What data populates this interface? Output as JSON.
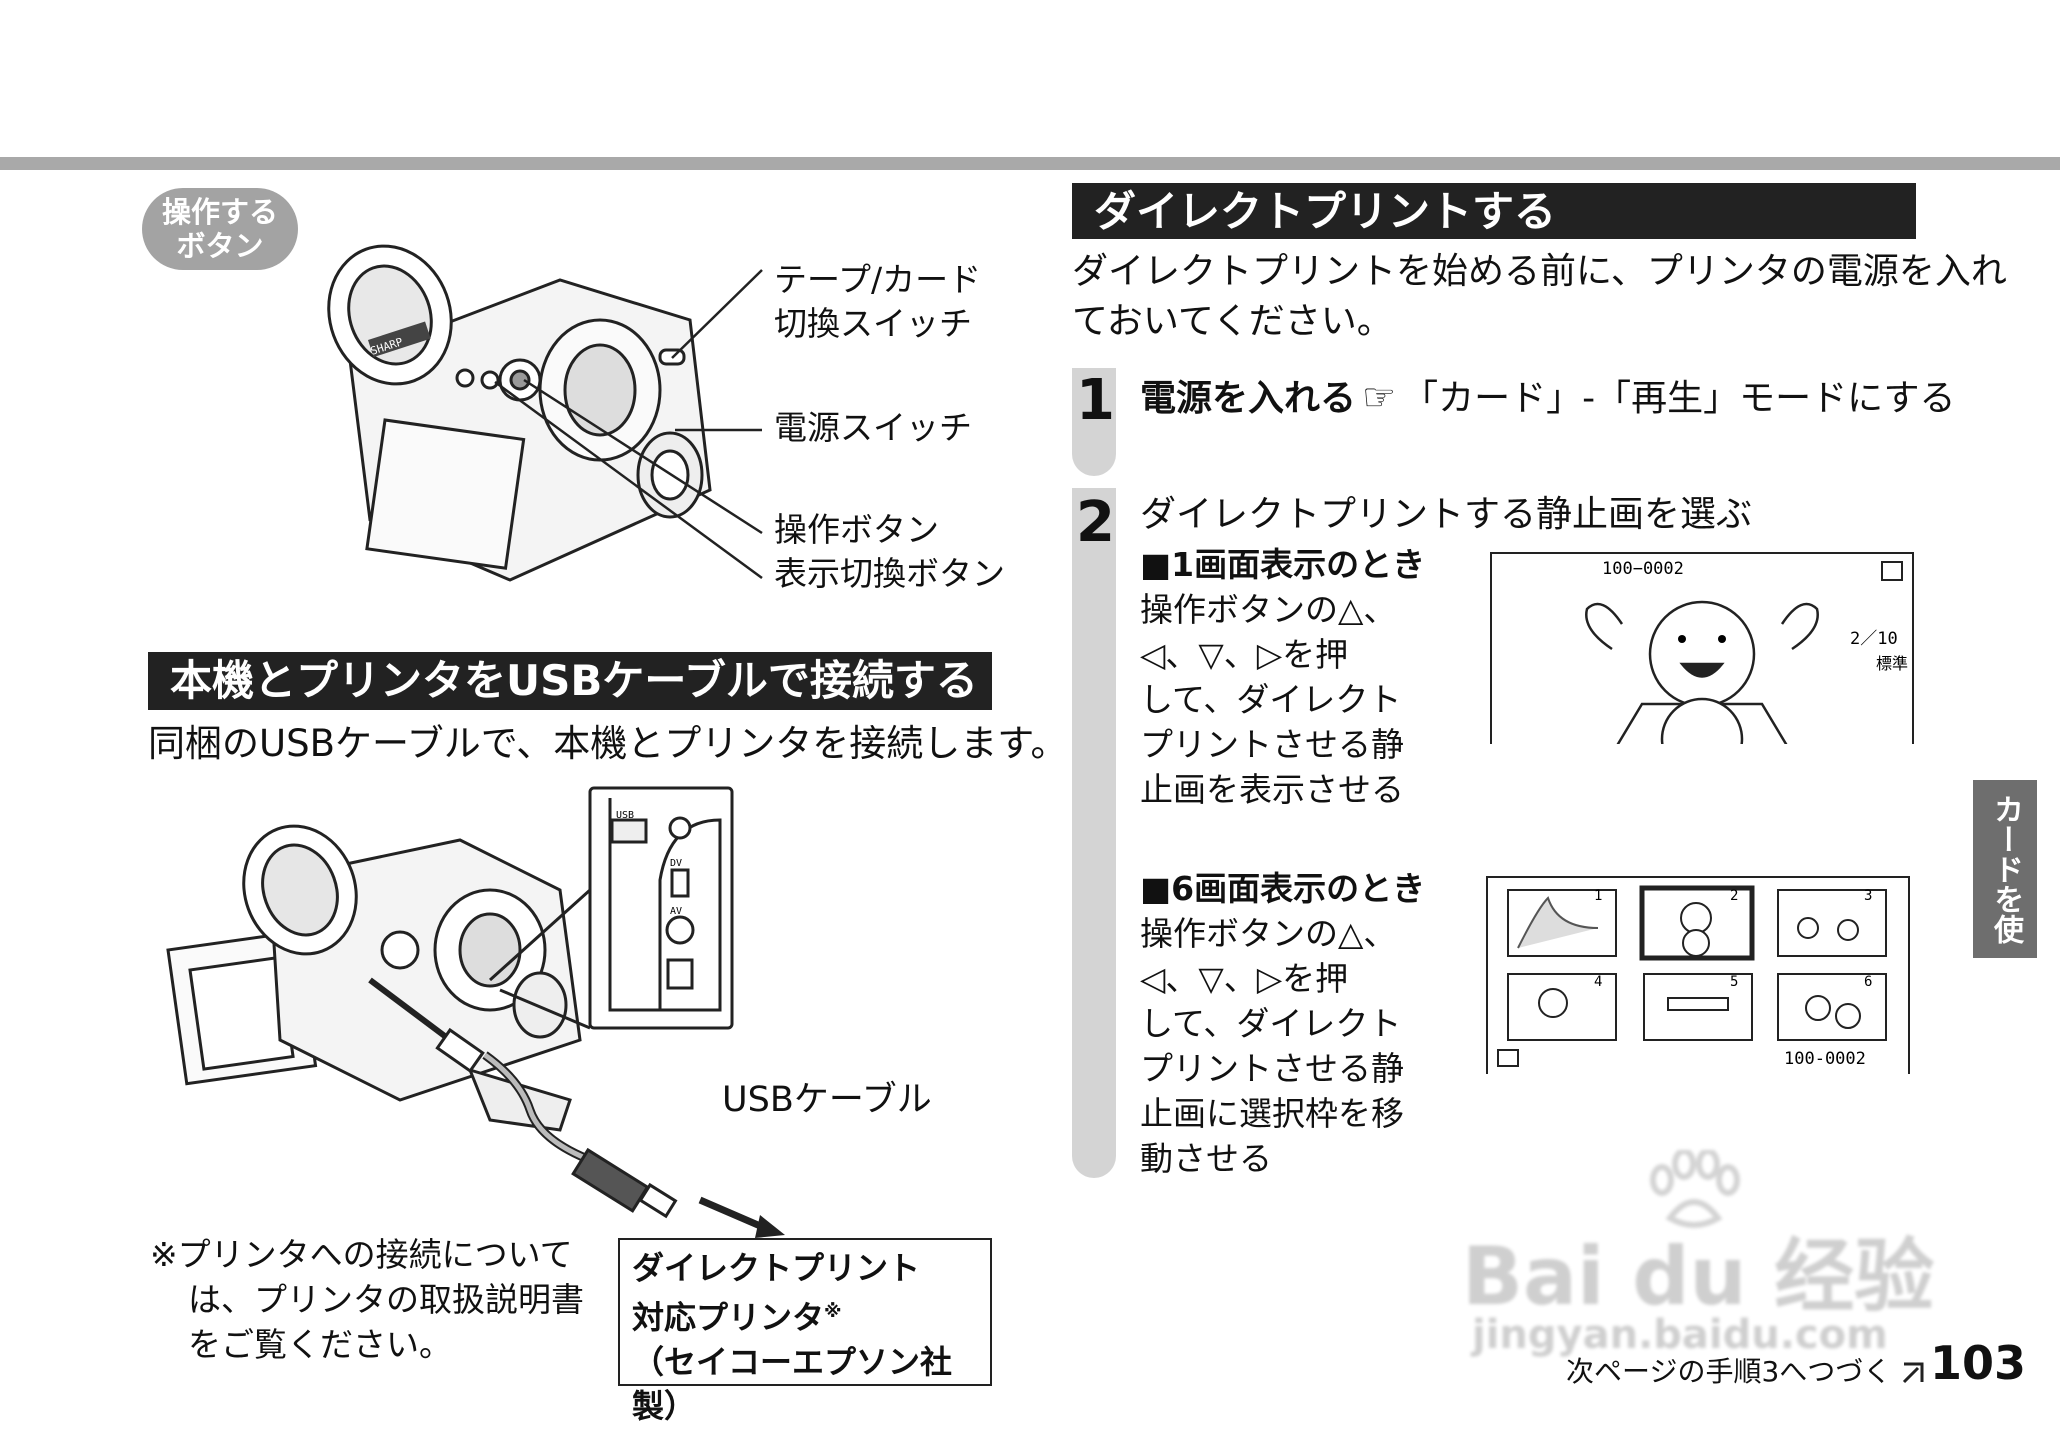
{
  "badge": {
    "line1": "操作する",
    "line2": "ボタン"
  },
  "camera_callouts": {
    "tape_card_switch_1": "テープ/カード",
    "tape_card_switch_2": "切換スイッチ",
    "power_switch": "電源スイッチ",
    "operation_button": "操作ボタン",
    "display_button": "表示切換ボタン",
    "brand": "SHARP"
  },
  "usb_section": {
    "heading": "本機とプリンタをUSBケーブルで接続する",
    "intro": "同梱のUSBケーブルで、本機とプリンタを接続します。",
    "cable_label": "USBケーブル",
    "port_labels": {
      "usb": "USB",
      "dv": "DV",
      "av": "AV"
    },
    "note_line1": "※プリンタへの接続について",
    "note_line2": "は、プリンタの取扱説明書",
    "note_line3": "をご覧ください。",
    "printer_box_line1": "ダイレクトプリント",
    "printer_box_line2": "対応プリンタ",
    "printer_box_mark": "※",
    "printer_box_line3": "（セイコーエプソン社製）"
  },
  "direct_print": {
    "heading": "ダイレクトプリントする",
    "intro_line1": "ダイレクトプリントを始める前に、プリンタの電源を入れ",
    "intro_line2": "ておいてください。",
    "step1": {
      "number": "1",
      "bold": "電源を入れる",
      "ref_icon": "☞",
      "text": "「カード」-「再生」モードにする"
    },
    "step2": {
      "number": "2",
      "title": "ダイレクトプリントする静止画を選ぶ",
      "single": {
        "heading": "■1画面表示のとき",
        "line1": "操作ボタンの△、",
        "line2": "◁、▽、▷を押",
        "line3": "して、ダイレクト",
        "line4": "プリントさせる静",
        "line5": "止画を表示させる",
        "screen_id": "100−0002",
        "screen_count": "2／10",
        "screen_quality": "標準"
      },
      "six": {
        "heading": "■6画面表示のとき",
        "line1": "操作ボタンの△、",
        "line2": "◁、▽、▷を押",
        "line3": "して、ダイレクト",
        "line4": "プリントさせる静",
        "line5": "止画に選択枠を移",
        "line6": "動させる",
        "thumb_numbers": [
          "1",
          "2",
          "3",
          "4",
          "5",
          "6"
        ],
        "screen_id": "100-0002"
      }
    }
  },
  "side_tab": "カードを使う",
  "footer": {
    "continue": "次ページの手順3へつづく",
    "page": "103"
  },
  "watermark": {
    "logo": "Bai du 经验",
    "url": "jingyan.baidu.com"
  }
}
